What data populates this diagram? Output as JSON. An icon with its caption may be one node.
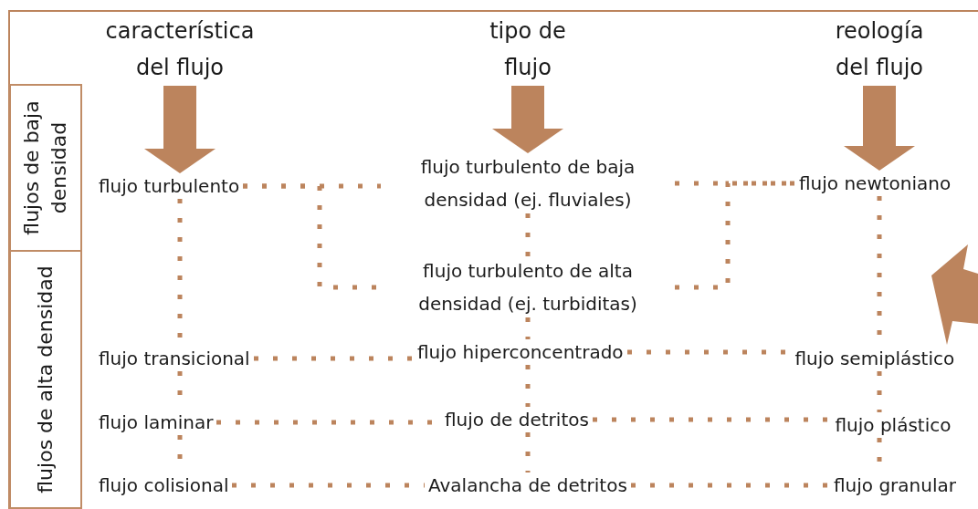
{
  "diagram": {
    "nodes": [
      {
        "text": [
          "característica del flujo"
        ]
      },
      {
        "text": [
          "tipo de flujo"
        ]
      },
      {
        "text": [
          "reología del flujo"
        ]
      },
      {
        "text": [
          "flujos de baja densidad"
        ]
      },
      {
        "text": [
          "flujos de alta densidad"
        ]
      },
      {
        "text": [
          "flujo turbulento"
        ]
      },
      {
        "text": [
          "flujo turbulento de baja densidad (ej. fluviales)"
        ]
      },
      {
        "text": [
          "flujo newtoniano"
        ]
      },
      {
        "text": [
          "flujo turbulento de alta densidad (ej. turbiditas)"
        ]
      },
      {
        "text": [
          "flujo transicional"
        ]
      },
      {
        "text": [
          "flujo hiperconcentrado"
        ]
      },
      {
        "text": [
          "flujo semiplástico"
        ]
      },
      {
        "text": [
          "flujo laminar"
        ]
      },
      {
        "text": [
          "flujo de detritos"
        ]
      },
      {
        "text": [
          "flujo plástico"
        ]
      },
      {
        "text": [
          "flujo colisional"
        ]
      },
      {
        "text": [
          "Avalancha de detritos"
        ]
      },
      {
        "text": [
          "flujo granular"
        ]
      }
    ],
    "edges": [
      {
        "from": 0,
        "to": 5,
        "arrow": "to",
        "style": "thick"
      },
      {
        "from": 1,
        "to": 6,
        "arrow": "to",
        "style": "thick"
      },
      {
        "from": 2,
        "to": 7,
        "arrow": "to",
        "style": "thick"
      },
      {
        "from": 5,
        "to": 9,
        "arrow": "none",
        "style": "dashed"
      },
      {
        "from": 9,
        "to": 12,
        "arrow": "none",
        "style": "dashed"
      },
      {
        "from": 12,
        "to": 15,
        "arrow": "none",
        "style": "dashed"
      },
      {
        "from": 6,
        "to": 8,
        "arrow": "none",
        "style": "dashed"
      },
      {
        "from": 8,
        "to": 10,
        "arrow": "none",
        "style": "dashed"
      },
      {
        "from": 10,
        "to": 13,
        "arrow": "none",
        "style": "dashed"
      },
      {
        "from": 13,
        "to": 16,
        "arrow": "none",
        "style": "dashed"
      },
      {
        "from": 7,
        "to": 11,
        "arrow": "none",
        "style": "dashed"
      },
      {
        "from": 11,
        "to": 14,
        "arrow": "none",
        "style": "dashed"
      },
      {
        "from": 14,
        "to": 17,
        "arrow": "none",
        "style": "dashed"
      },
      {
        "from": 5,
        "to": 6,
        "arrow": "none",
        "style": "dashed"
      },
      {
        "from": 6,
        "to": 7,
        "arrow": "none",
        "style": "dashed"
      },
      {
        "from": 5,
        "to": 8,
        "arrow": "none",
        "style": "dashed"
      },
      {
        "from": 8,
        "to": 7,
        "arrow": "none",
        "style": "dashed"
      },
      {
        "from": 9,
        "to": 10,
        "arrow": "none",
        "style": "dashed"
      },
      {
        "from": 10,
        "to": 11,
        "arrow": "none",
        "style": "dashed"
      },
      {
        "from": 12,
        "to": 13,
        "arrow": "none",
        "style": "dashed"
      },
      {
        "from": 13,
        "to": 14,
        "arrow": "none",
        "style": "dashed"
      },
      {
        "from": 15,
        "to": 16,
        "arrow": "none",
        "style": "dashed"
      },
      {
        "from": 16,
        "to": 17,
        "arrow": "none",
        "style": "dashed"
      }
    ]
  }
}
